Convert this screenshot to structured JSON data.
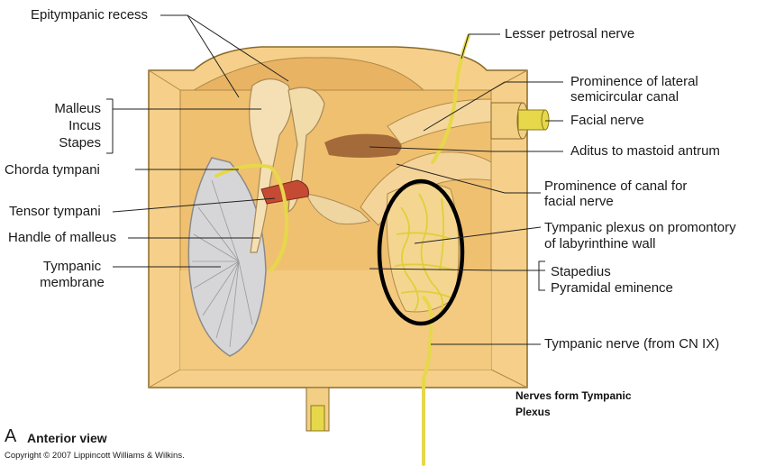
{
  "labels": {
    "epitympanic_recess": "Epitympanic recess",
    "malleus": "Malleus",
    "incus": "Incus",
    "stapes": "Stapes",
    "chorda_tympani": "Chorda tympani",
    "tensor_tympani": "Tensor tympani",
    "handle_of_malleus": "Handle of malleus",
    "tympanic_membrane_1": "Tympanic",
    "tympanic_membrane_2": "membrane",
    "lesser_petrosal_nerve": "Lesser petrosal nerve",
    "prominence_lateral_1": "Prominence of lateral",
    "prominence_lateral_2": "semicircular canal",
    "facial_nerve": "Facial nerve",
    "aditus": "Aditus to mastoid antrum",
    "prominence_canal_1": "Prominence of canal for",
    "prominence_canal_2": "facial nerve",
    "tympanic_plexus_1": "Tympanic plexus on promontory",
    "tympanic_plexus_2": "of labyrinthine wall",
    "stapedius": "Stapedius",
    "pyramidal_eminence": "Pyramidal eminence",
    "tympanic_nerve": "Tympanic nerve (from CN IX)"
  },
  "annotation": {
    "line1": "Nerves form Tympanic",
    "line2": "Plexus"
  },
  "view": {
    "letter": "A",
    "text": "Anterior view"
  },
  "copyright": "Copyright © 2007 Lippincott Williams & Wilkins.",
  "colors": {
    "wall": "#f3c77a",
    "wall_dark": "#e8a94e",
    "nerve": "#e6d84a",
    "membrane": "#d8d8da",
    "highlight_ring": "#000000"
  }
}
